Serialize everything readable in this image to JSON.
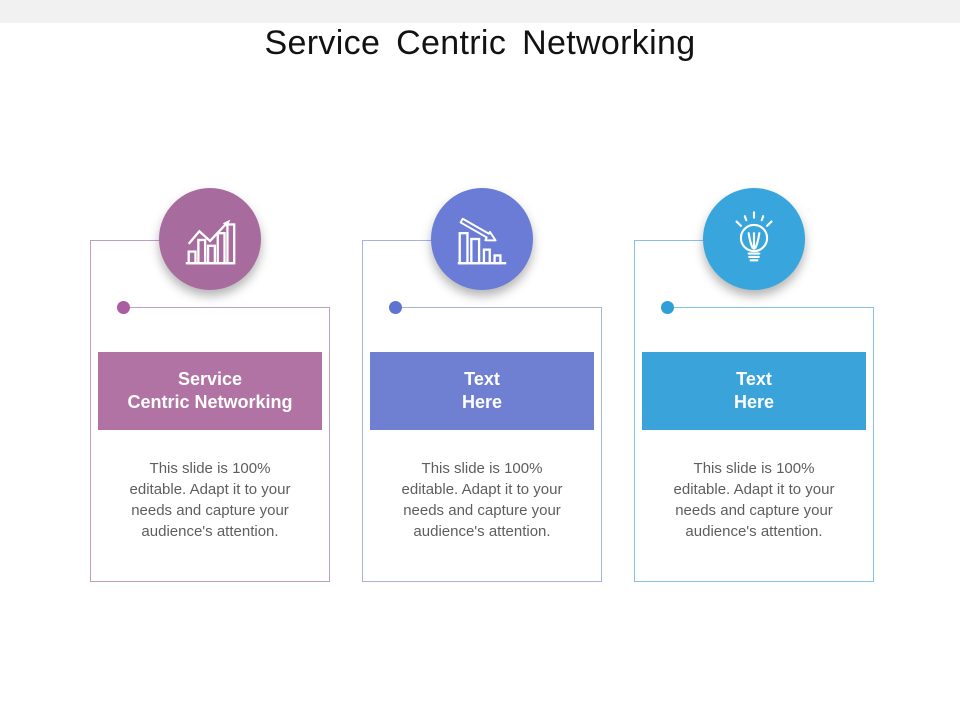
{
  "page": {
    "title": "Service Centric Networking",
    "background_color": "#ffffff",
    "top_band_color": "#f1f1f1",
    "title_color": "#121212",
    "body_text_color": "#5e5e5e"
  },
  "cards": [
    {
      "id": "card-service-centric-networking",
      "icon": "growth-bar-chart-icon",
      "header": "Service\nCentric Networking",
      "body": "This slide is 100%\neditable. Adapt it to your\nneeds and capture your\naudience's attention.",
      "colors": {
        "circle": "#a76b9e",
        "header": "#b173a4",
        "border": "#bfa0bb",
        "dot": "#ab5da2"
      }
    },
    {
      "id": "card-text-here-1",
      "icon": "declining-bar-chart-icon",
      "header": "Text\nHere",
      "body": "This slide is 100%\neditable. Adapt it to your\nneeds and capture your\naudience's attention.",
      "colors": {
        "circle": "#6a7cd6",
        "header": "#6f80d2",
        "border": "#a8b2dc",
        "dot": "#5f74d0"
      }
    },
    {
      "id": "card-text-here-2",
      "icon": "lightbulb-icon",
      "header": "Text\nHere",
      "body": "This slide is 100%\neditable. Adapt it to your\nneeds and capture your\naudience's attention.",
      "colors": {
        "circle": "#38a5dc",
        "header": "#3aa3da",
        "border": "#88c2e2",
        "dot": "#2f9fd9"
      }
    }
  ]
}
